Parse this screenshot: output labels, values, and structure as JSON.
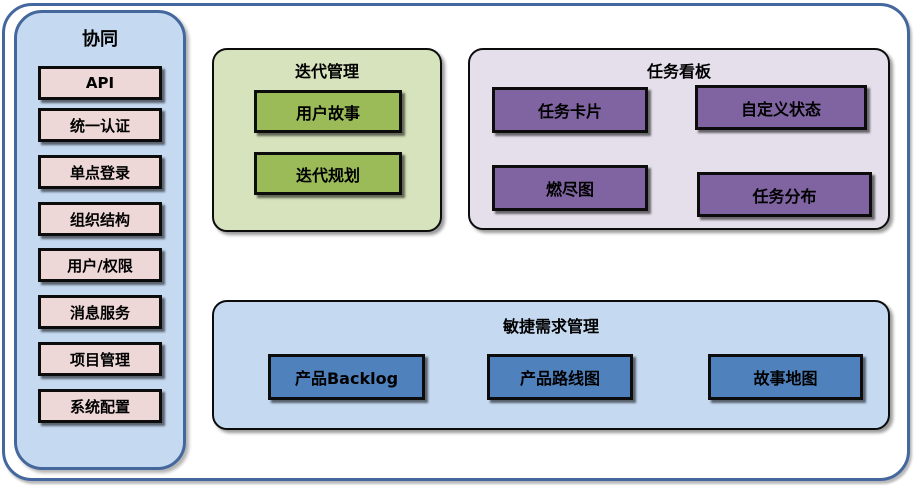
{
  "sidebar": {
    "title": "协同",
    "items": [
      "API",
      "统一认证",
      "单点登录",
      "组织结构",
      "用户/权限",
      "消息服务",
      "项目管理",
      "系统配置"
    ]
  },
  "panels": {
    "iteration": {
      "title": "迭代管理",
      "items": [
        "用户故事",
        "迭代规划"
      ]
    },
    "taskboard": {
      "title": "任务看板",
      "items": [
        "任务卡片",
        "自定义状态",
        "燃尽图",
        "任务分布"
      ]
    },
    "agile": {
      "title": "敏捷需求管理",
      "items": [
        "产品Backlog",
        "产品路线图",
        "故事地图"
      ]
    }
  },
  "colors": {
    "frame_border": "#44689d",
    "sidebar_fill": "#c5d9f1",
    "sidebar_item_fill": "#eed7d7",
    "iteration_panel_fill": "#d6e3bc",
    "iteration_item_fill": "#9bbb59",
    "taskboard_panel_fill": "#e5dfec",
    "taskboard_item_fill": "#8064a2",
    "agile_panel_fill": "#c5d9f1",
    "agile_item_fill": "#4f81bd",
    "box_border": "#0c0c0c"
  }
}
